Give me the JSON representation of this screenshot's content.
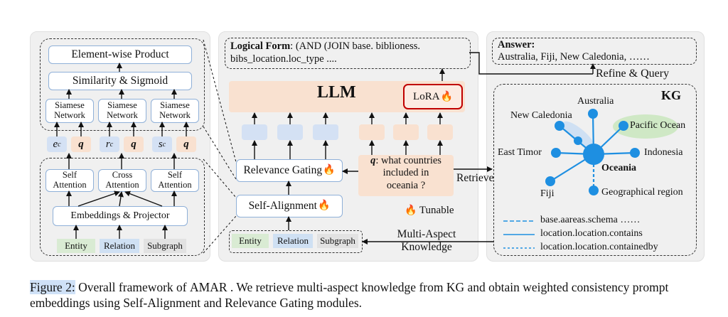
{
  "left": {
    "element_product": "Element-wise Product",
    "sim_sigmoid": "Similarity & Sigmoid",
    "siamese": [
      "Siamese",
      "Network"
    ],
    "tokens": [
      "e",
      "c",
      "q",
      "r",
      "c",
      "q",
      "s",
      "c",
      "q"
    ],
    "attention": [
      [
        "Self",
        "Attention"
      ],
      [
        "Cross",
        "Attention"
      ],
      [
        "Self",
        "Attention"
      ]
    ],
    "embed": "Embeddings & Projector",
    "inputs": [
      "Entity",
      "Relation",
      "Subgraph"
    ]
  },
  "middle": {
    "lf_label": "Logical Form",
    "lf_text": ": (AND (JOIN base. biblioness.",
    "lf_text2": "bibs_location.loc_type ....",
    "llm": "LLM",
    "lora": "LoRA",
    "gating": "Relevance Gating",
    "self_align": "Self-Alignment",
    "q_label": "q",
    "question": [
      ": what countries",
      "included in",
      "oceania ?"
    ],
    "tunable": "Tunable",
    "inputs": [
      "Entity",
      "Relation",
      "Subgraph"
    ],
    "retrieve": "Retrieve",
    "multi_aspect": [
      "Multi-Aspect",
      "Knowledge"
    ],
    "refine": "Refine & Query"
  },
  "right": {
    "answer_label": "Answer:",
    "answer_text": "Australia, Fiji, New Caledonia, ……",
    "kg": "KG",
    "nodes": [
      "Australia",
      "New Caledonia",
      "Pacific Ocean",
      "East Timor",
      "Indonesia",
      "Oceania",
      "Fiji",
      "Geographical region"
    ],
    "legend": [
      "base.aareas.schema ……",
      "location.location.contains",
      "location.location.containedby"
    ]
  },
  "caption": {
    "fig": "Figure 2:",
    "text1": " Overall framework of ",
    "name": "AMAR",
    "text2": " . We retrieve multi-aspect knowledge from KG and obtain weighted consistency prompt",
    "line2": "embeddings using Self-Alignment and Relevance Gating modules."
  },
  "colors": {
    "entity": "#d9ebd3",
    "relation": "#cfe0f3",
    "subgraph": "#e2e2e2",
    "token_blue": "#d4e1f4",
    "token_peach": "#f9e1d0",
    "node": "#1e8fe1",
    "lora_border": "#c00000"
  }
}
